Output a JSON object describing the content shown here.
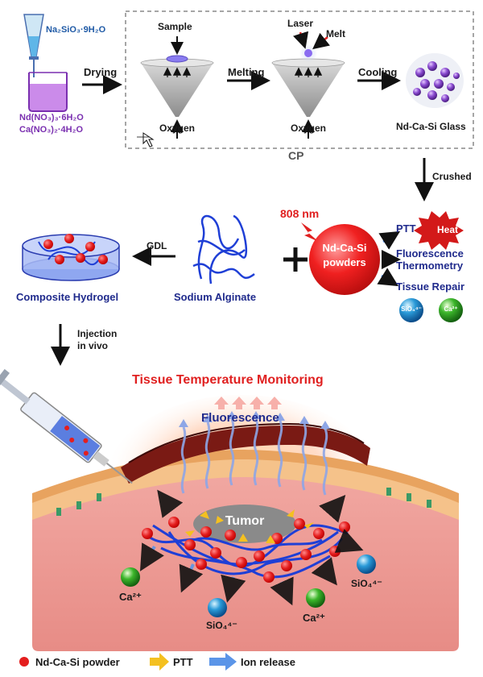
{
  "synthesis": {
    "reagent_top": "Na₂SiO₃·9H₂O",
    "reagent_nd": "Nd(NO₃)₃·6H₂O",
    "reagent_ca": "Ca(NO₃)₂·4H₂O",
    "step_drying": "Drying",
    "cp_process": {
      "label": "CP",
      "sample_label": "Sample",
      "oxygen_label_1": "Oxygen",
      "step_melting": "Melting",
      "laser_label": "Laser",
      "melt_label": "Melt",
      "oxygen_label_2": "Oxygen",
      "step_cooling": "Cooling",
      "glass_label": "Nd-Ca-Si Glass"
    },
    "step_crushed": "Crushed"
  },
  "powder": {
    "laser_wavelength": "808 nm",
    "label": "Nd-Ca-Si powders",
    "label_line1": "Nd-Ca-Si",
    "label_line2": "powders",
    "functions": {
      "ptt": "PTT",
      "heat": "Heat",
      "fluorescence_line1": "Fluorescence",
      "fluorescence_line2": "Thermometry",
      "tissue_repair": "Tissue Repair",
      "ion_sio4": "SiO₄⁴⁻",
      "ion_ca": "Ca²⁺"
    }
  },
  "hydrogel": {
    "plus": "+",
    "alginate_label": "Sodium Alginate",
    "gdl_label": "GDL",
    "composite_label": "Composite Hydrogel",
    "injection_line1": "Injection",
    "injection_line2": "in vivo"
  },
  "in_vivo": {
    "monitoring_label": "Tissue Temperature Monitoring",
    "fluorescence_label": "Fluorescence",
    "tumor_label": "Tumor",
    "ions": [
      {
        "text": "Ca²⁺"
      },
      {
        "text": "SiO₄⁴⁻"
      },
      {
        "text": "Ca²⁺"
      },
      {
        "text": "SiO₄⁴⁻"
      }
    ]
  },
  "legend": {
    "powder": "Nd-Ca-Si powder",
    "ptt": "PTT",
    "ion_release": "Ion release"
  },
  "colors": {
    "navy_text": "#1f2a8c",
    "red_text": "#e02020",
    "powder_red": "#e41e1e",
    "alginate_blue": "#1f3fd6",
    "purple_reagent": "#7a2fb0",
    "ptt_yellow": "#f4c020",
    "ion_arrow_blue": "#5b95e8"
  }
}
